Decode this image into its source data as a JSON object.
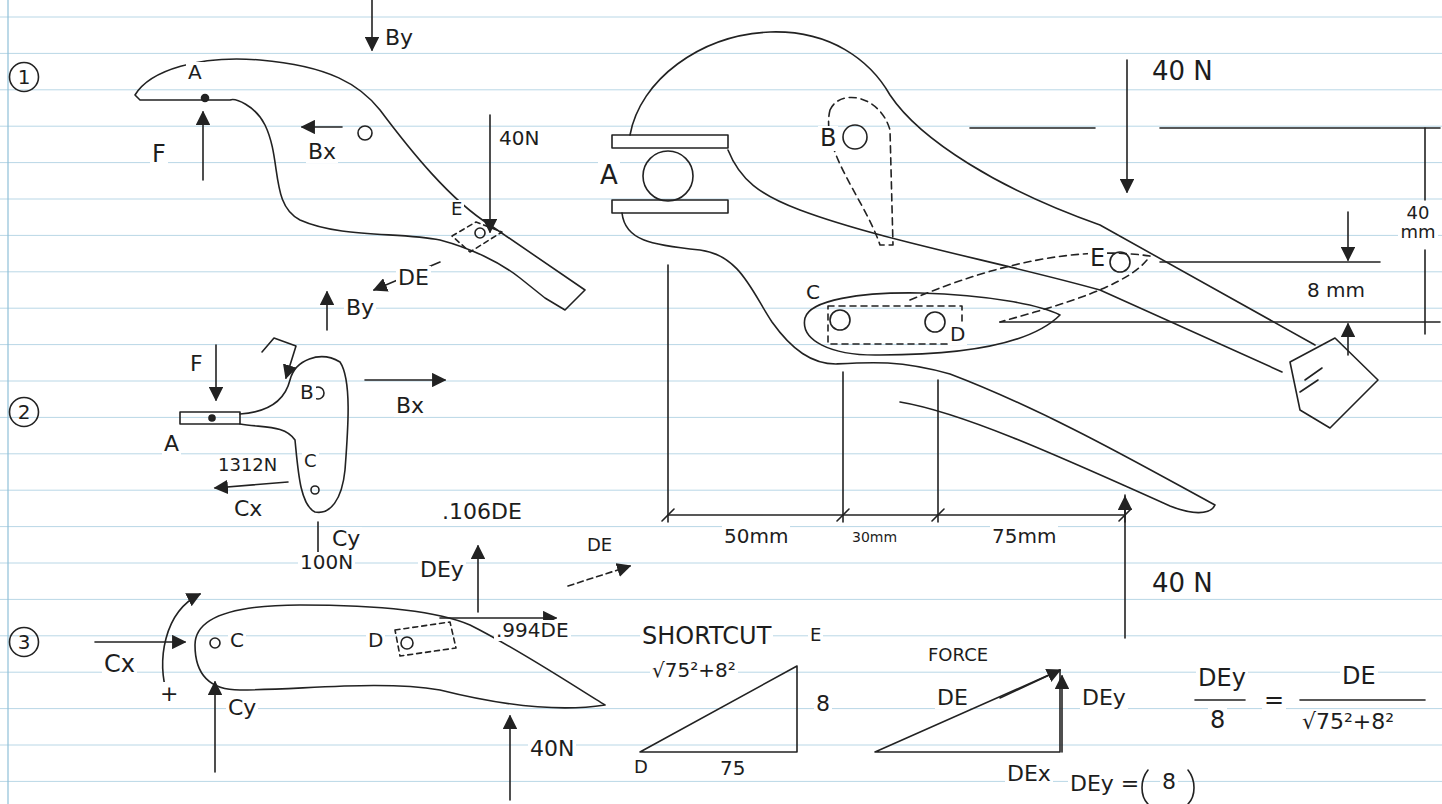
{
  "diagram": {
    "nodes": [
      {
        "text": [
          "1"
        ]
      },
      {
        "text": [
          "2"
        ]
      },
      {
        "text": [
          "3"
        ]
      }
    ],
    "labels": [
      "By",
      "A",
      "F",
      "Bx",
      "40N",
      "E",
      "DE",
      "By",
      "F",
      "B",
      "Bx",
      "A",
      "1312N",
      "C",
      "Cx",
      "Cy",
      "100N",
      ".106DE",
      "DEy",
      "DE",
      "Cx",
      "C",
      "D",
      ".994DE",
      "SHORTCUT",
      "+",
      "Cy",
      "40N",
      "√75²+8²",
      "E",
      "8",
      "D",
      "75",
      "FORCE",
      "DE",
      "DEy",
      "DEx",
      "DEy",
      "8",
      "=",
      "DE",
      "√75²+8²",
      "DEy =",
      "8",
      "40 N",
      "B",
      "A",
      "E",
      "C",
      "D",
      "40 mm",
      "8 mm",
      "50mm",
      "30mm",
      "75mm",
      "40 N"
    ]
  }
}
